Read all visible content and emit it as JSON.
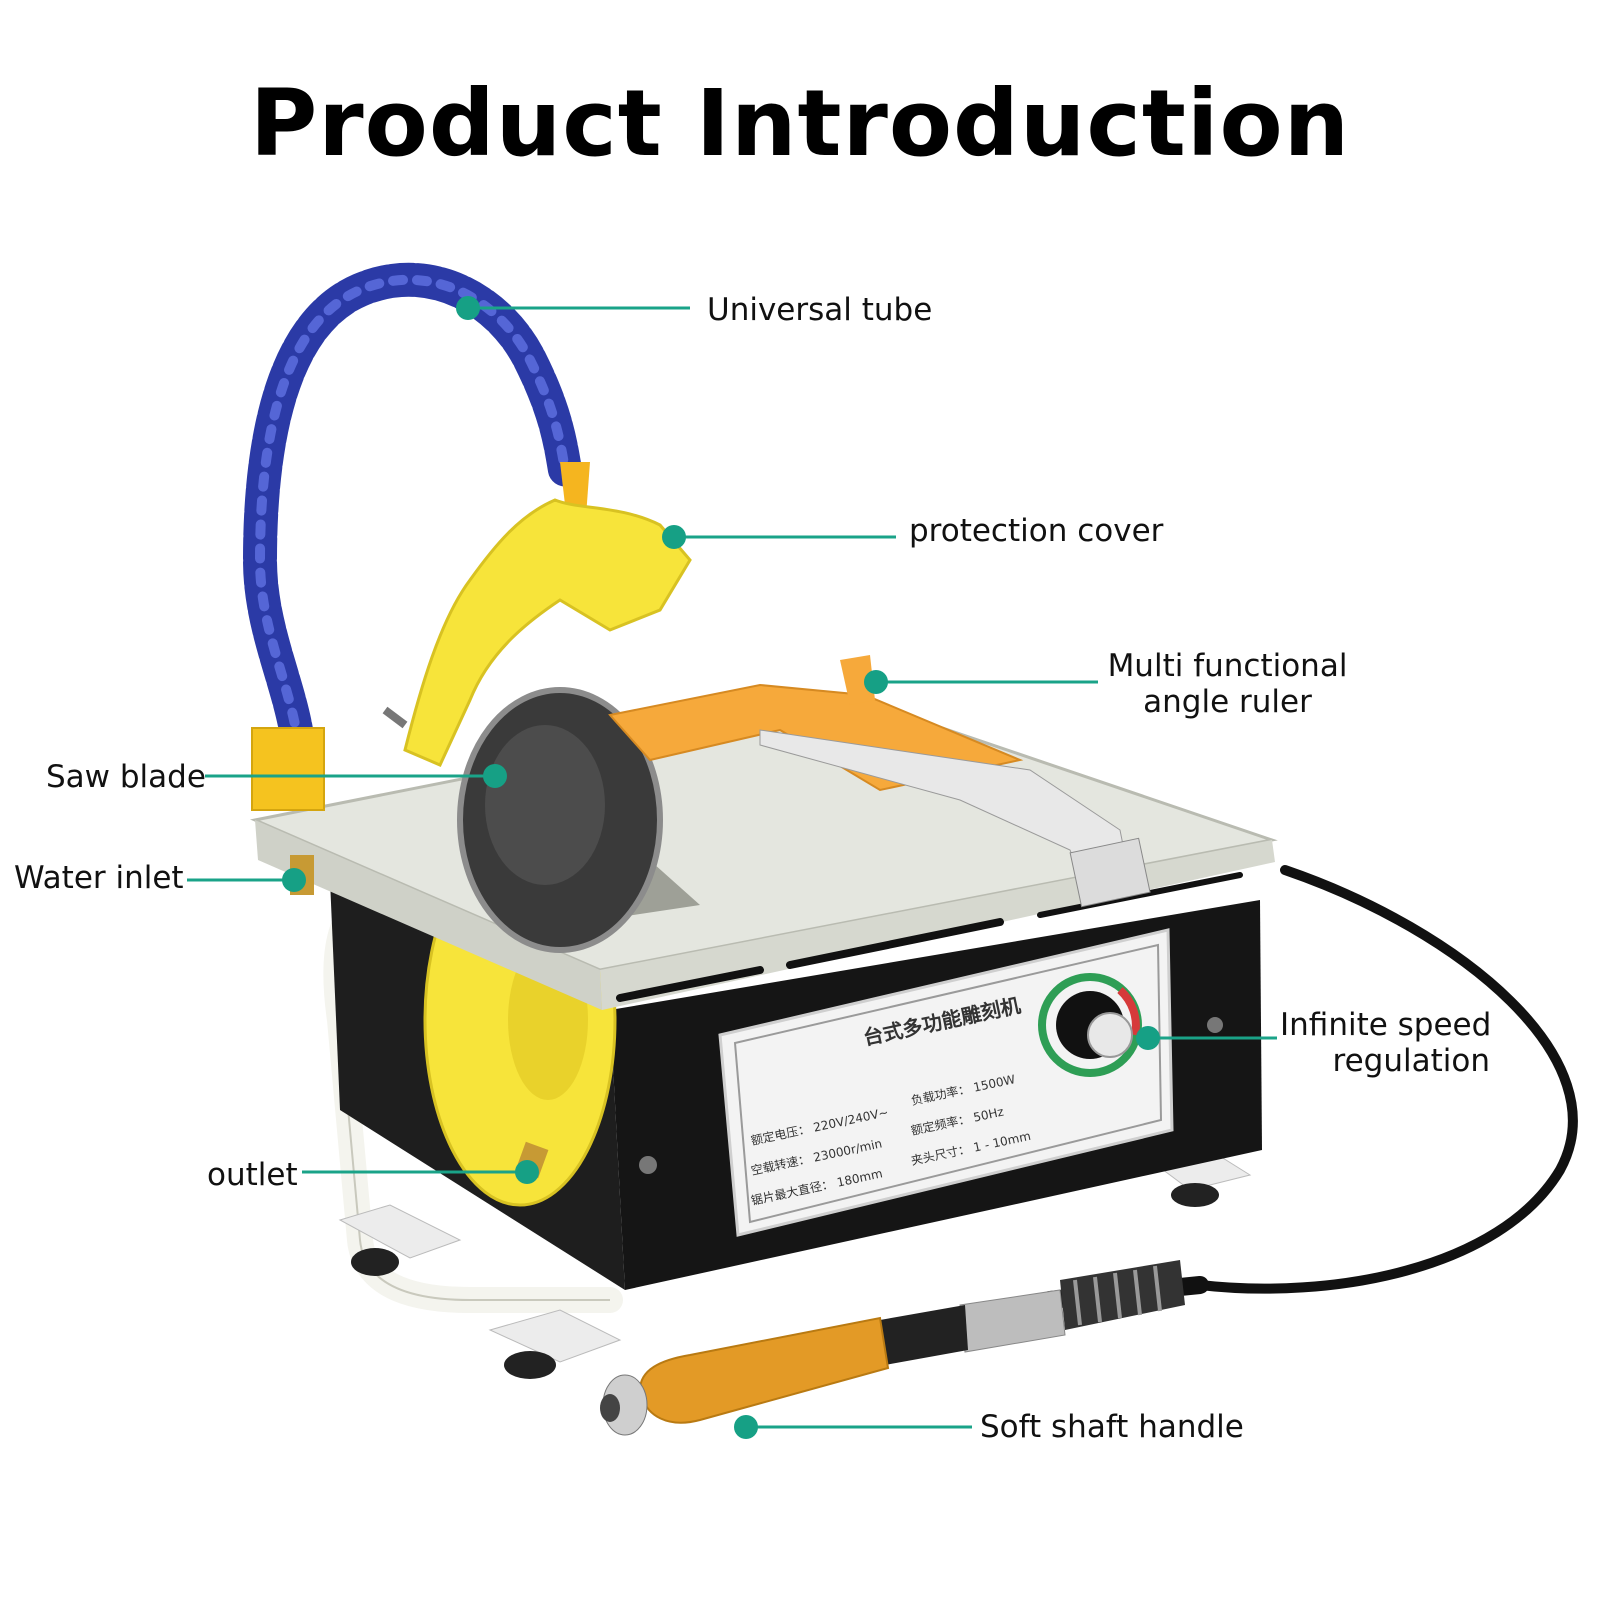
{
  "title": "Product Introduction",
  "colors": {
    "callout_line": "#1aa388",
    "callout_dot": "#16a085",
    "tube": "#2b3aa6",
    "cover": "#f7e43a",
    "ruler": "#f6a93b",
    "table": "#e4e6df",
    "body": "#1a1a1a",
    "handle": "#e39a26"
  },
  "panel": {
    "heading": "台式多功能雕刻机",
    "specs": [
      "额定电压： 220V/240V~",
      "空载转速： 23000r/min",
      "锯片最大直径： 180mm",
      "负载功率： 1500W",
      "额定频率： 50Hz",
      "夹头尺寸： 1 - 10mm"
    ]
  },
  "labels": {
    "universal_tube": "Universal tube",
    "protection_cover": "protection cover",
    "angle_ruler_1": "Multi functional",
    "angle_ruler_2": "angle ruler",
    "saw_blade": "Saw blade",
    "water_inlet": "Water inlet",
    "speed_1": "Infinite speed",
    "speed_2": "regulation",
    "outlet": "outlet",
    "handle": "Soft shaft handle"
  }
}
